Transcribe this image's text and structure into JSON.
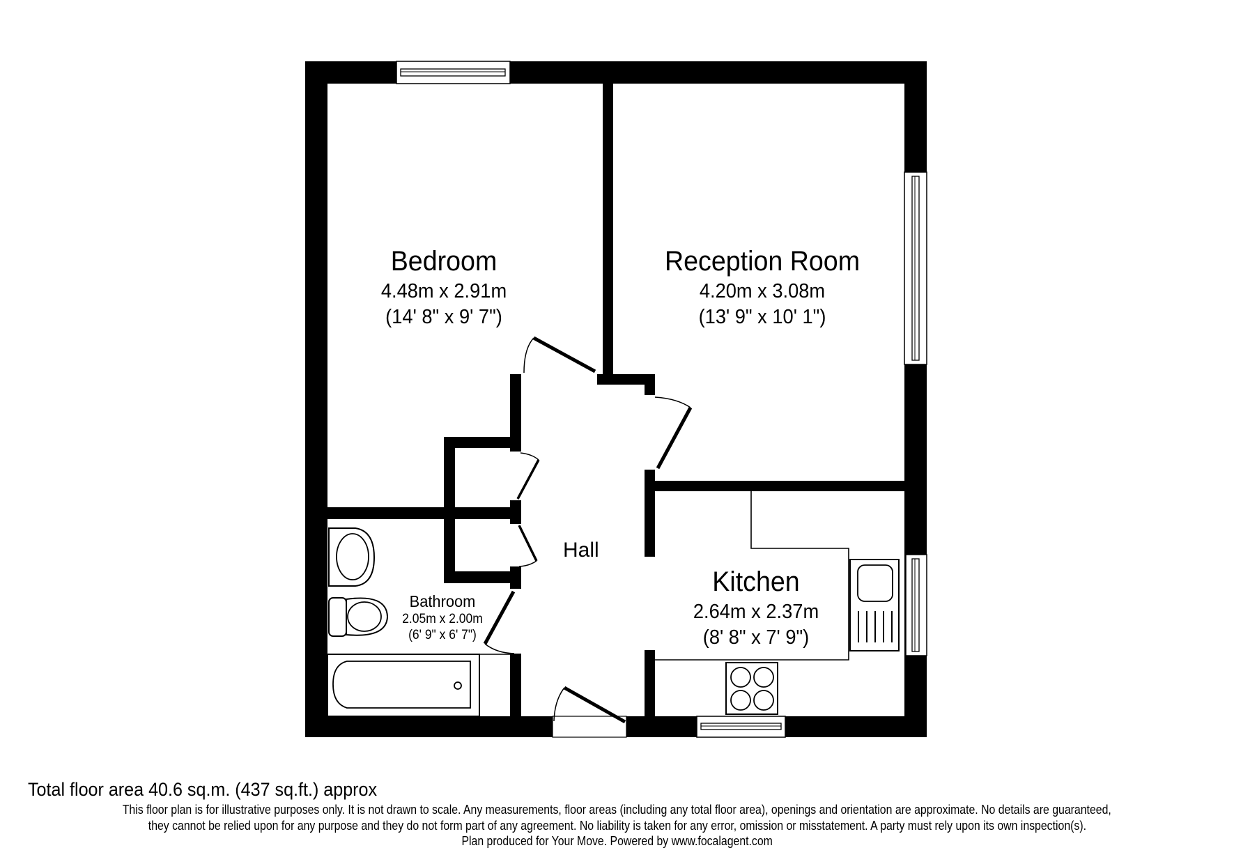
{
  "plan": {
    "rooms": [
      {
        "id": "bedroom",
        "name": "Bedroom",
        "dim_m": "4.48m x 2.91m",
        "dim_ft": "(14' 8\" x 9' 7\")"
      },
      {
        "id": "reception",
        "name": "Reception Room",
        "dim_m": "4.20m x 3.08m",
        "dim_ft": "(13' 9\" x 10' 1\")"
      },
      {
        "id": "kitchen",
        "name": "Kitchen",
        "dim_m": "2.64m x 2.37m",
        "dim_ft": "(8' 8\" x 7' 9\")"
      },
      {
        "id": "bathroom",
        "name": "Bathroom",
        "dim_m": "2.05m x 2.00m",
        "dim_ft": "(6' 9\" x 6' 7\")"
      },
      {
        "id": "hall",
        "name": "Hall"
      }
    ],
    "colors": {
      "wall": "#000000",
      "background": "#ffffff"
    }
  },
  "footer": {
    "total_area": "Total floor area 40.6 sq.m. (437 sq.ft.) approx",
    "disclaimer": [
      "This floor plan is for illustrative purposes only. It is not drawn to scale. Any measurements, floor areas (including any total floor area), openings and orientation are approximate. No details are guaranteed,",
      "they cannot be relied upon for any purpose and they do not form part of any agreement. No liability is taken for any error, omission or misstatement. A party must rely upon its own inspection(s).",
      "Plan produced for Your Move. Powered by www.focalagent.com"
    ]
  }
}
